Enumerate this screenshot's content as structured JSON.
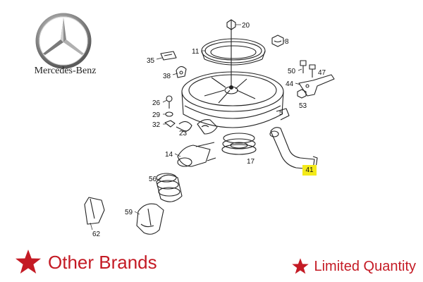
{
  "brand": {
    "name": "Mercedes-Benz",
    "logo_icon": "mercedes-star-icon"
  },
  "diagram": {
    "callouts": [
      {
        "id": "c20",
        "text": "20"
      },
      {
        "id": "c8",
        "text": "8"
      },
      {
        "id": "c11",
        "text": "11"
      },
      {
        "id": "c35",
        "text": "35"
      },
      {
        "id": "c38",
        "text": "38"
      },
      {
        "id": "c50",
        "text": "50"
      },
      {
        "id": "c47",
        "text": "47"
      },
      {
        "id": "c44",
        "text": "44"
      },
      {
        "id": "c53",
        "text": "53"
      },
      {
        "id": "c26",
        "text": "26"
      },
      {
        "id": "c29",
        "text": "29"
      },
      {
        "id": "c32",
        "text": "32"
      },
      {
        "id": "c23",
        "text": "23"
      },
      {
        "id": "c5",
        "text": "5"
      },
      {
        "id": "c14",
        "text": "14"
      },
      {
        "id": "c17",
        "text": "17"
      },
      {
        "id": "c56",
        "text": "56"
      },
      {
        "id": "c59",
        "text": "59"
      },
      {
        "id": "c62",
        "text": "62"
      }
    ],
    "highlight": {
      "text": "41",
      "color": "#f4ea1a"
    }
  },
  "footer": {
    "other_brands": "Other Brands",
    "limited_quantity": "Limited Quantity",
    "accent_color": "#c41a24",
    "star_icon": "star-icon"
  }
}
